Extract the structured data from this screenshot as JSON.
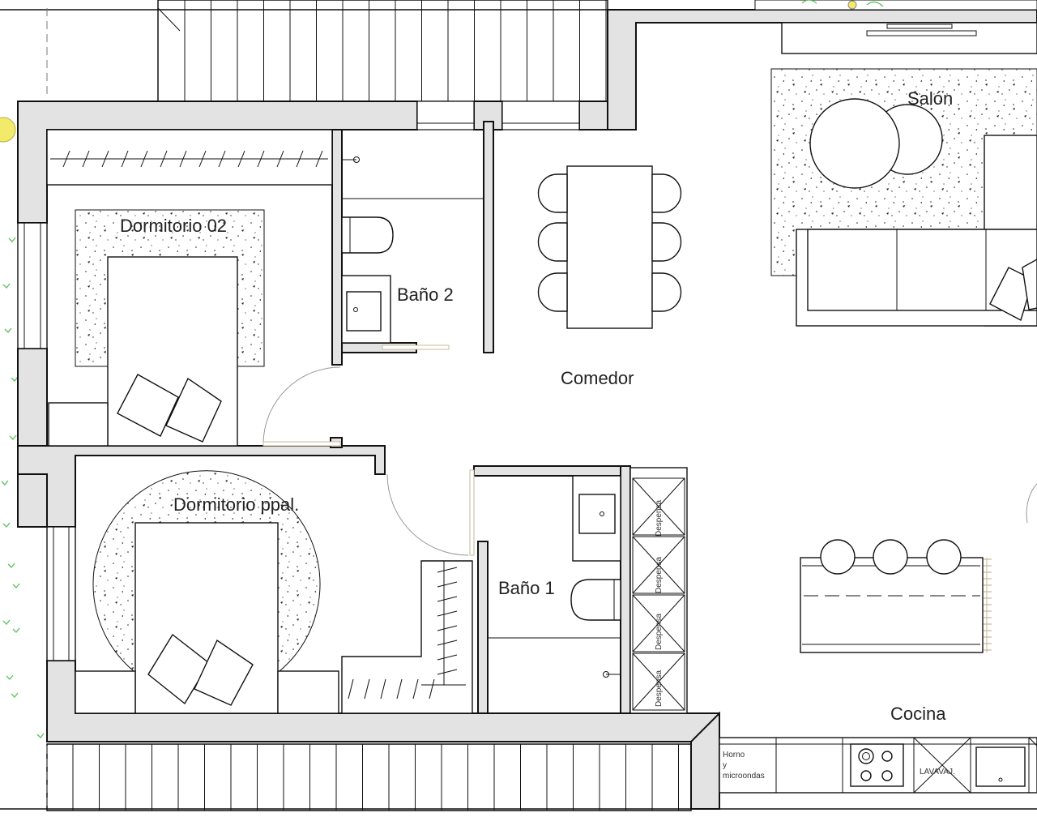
{
  "rooms": {
    "dormitorio_02": "Dormitorio 02",
    "bano_2": "Baño 2",
    "comedor": "Comedor",
    "salon": "Salón",
    "dormitorio_ppal": "Dormitorio ppal.",
    "bano_1": "Baño 1",
    "cocina": "Cocina"
  },
  "labels": {
    "despensa": "Despensa",
    "horno_line1": "Horno",
    "horno_line2": "y",
    "horno_line3": "microondas",
    "lavavaj": "LAVAVAJ."
  },
  "colors": {
    "wall_fill": "#e3e3e3",
    "line": "#111111",
    "plant": "#5cc15c",
    "lamp": "#f2ea6a"
  }
}
